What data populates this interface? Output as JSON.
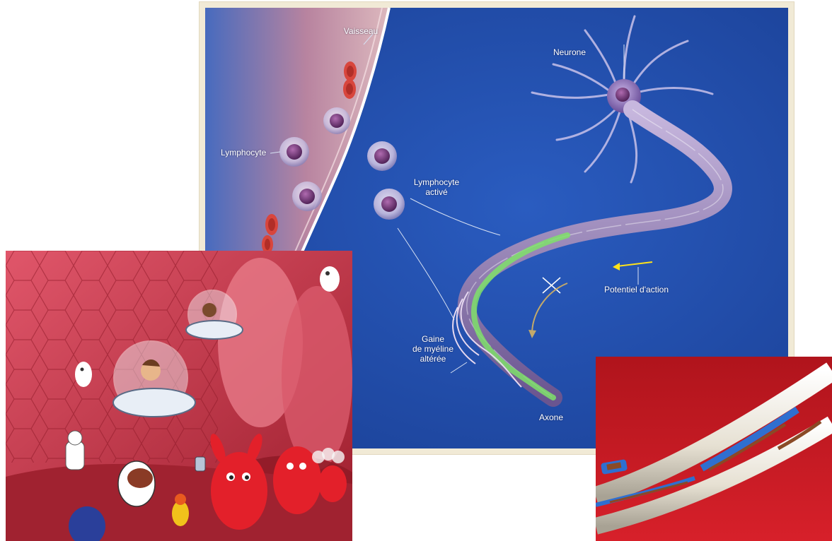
{
  "diagram": {
    "labels": {
      "vaisseau": "Vaisseau",
      "neurone": "Neurone",
      "lymphocyte": "Lymphocyte",
      "lymphocyte_active": "Lymphocyte\nactivé",
      "potentiel": "Potentiel d'action",
      "gaine": "Gaine\nde myéline\naltérée",
      "axone": "Axone"
    },
    "colors": {
      "background": "#1d4aa6",
      "frame": "#f1ead6",
      "myelin": "#7fe06a",
      "red_cell": "#d8463d",
      "axon": "#8a78b0",
      "signal": "#ffe21a"
    }
  },
  "cartoon": {
    "colors": {
      "tissue": "#c62a3b",
      "character_red": "#e3202a"
    }
  },
  "cable": {
    "colors": {
      "background": "#b0141c",
      "insulation": "#eeeae0",
      "tape": "#2f6fd0",
      "copper": "#8a4a26"
    }
  }
}
